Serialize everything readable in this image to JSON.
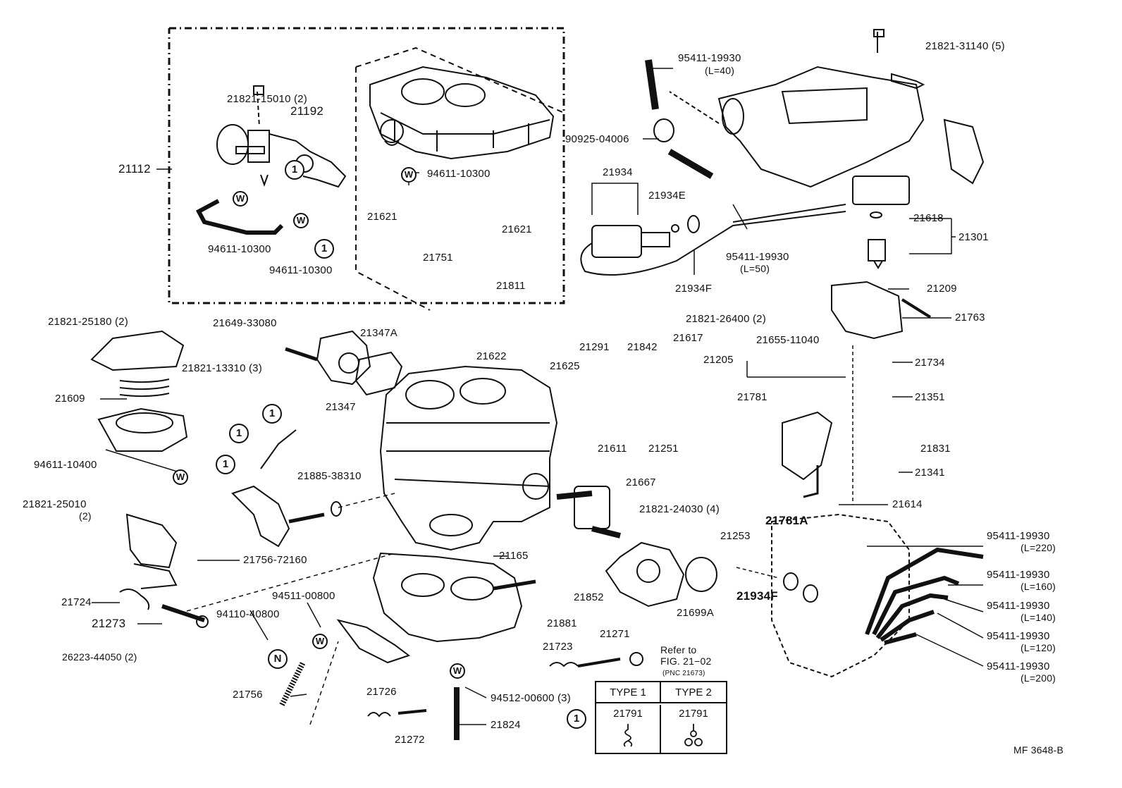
{
  "drawing_code": "MF  3648-B",
  "callout_symbols": {
    "clip": "1",
    "washer": "W",
    "nut": "N"
  },
  "parts": {
    "p21112": "21112",
    "p21821_15010": "21821-15010 (2)",
    "p21192": "21192",
    "p94611_10300_a": "94611-10300",
    "p94611_10300_b": "94611-10300",
    "p94611_10300_c": "94611-10300",
    "p21621_a": "21621",
    "p21621_b": "21621",
    "p21751": "21751",
    "p21811": "21811",
    "p95411_19930_top": "95411-19930",
    "p95411_19930_top_len": "(L=40)",
    "p90925_04006": "90925-04006",
    "p21934": "21934",
    "p21934E": "21934E",
    "p95411_19930_mid": "95411-19930",
    "p95411_19930_mid_len": "(L=50)",
    "p21934F": "21934F",
    "p21821_31140": "21821-31140 (5)",
    "p21618": "21618",
    "p21301": "21301",
    "p21209": "21209",
    "p21763": "21763",
    "p21821_26400": "21821-26400 (2)",
    "p21655_11040": "21655-11040",
    "p21205": "21205",
    "p21734": "21734",
    "p21351": "21351",
    "p21831": "21831",
    "p21341": "21341",
    "p21614": "21614",
    "p21821_25180": "21821-25180 (2)",
    "p21649_33080": "21649-33080",
    "p21347A": "21347A",
    "p21821_13310": "21821-13310 (3)",
    "p21347": "21347",
    "p21622": "21622",
    "p21609": "21609",
    "p94611_10400": "94611-10400",
    "p21821_25010": "21821-25010",
    "p21821_25010_qty": "(2)",
    "p21885_38310": "21885-38310",
    "p21625": "21625",
    "p21291": "21291",
    "p21842": "21842",
    "p21617": "21617",
    "p21781": "21781",
    "p21611": "21611",
    "p21251": "21251",
    "p21667": "21667",
    "p21165": "21165",
    "p21756_72160": "21756-72160",
    "p21724": "21724",
    "p21273": "21273",
    "p26223_44050": "26223-44050 (2)",
    "p94511_00800": "94511-00800",
    "p94110_40800": "94110-40800",
    "p21756": "21756",
    "p21726": "21726",
    "p21272": "21272",
    "p94512_00600": "94512-00600 (3)",
    "p21824": "21824",
    "p21881": "21881",
    "p21852": "21852",
    "p21723": "21723",
    "p21271": "21271",
    "p21821_24030": "21821-24030 (4)",
    "p21253": "21253",
    "p21781A": "21781A",
    "p21934F_b": "21934F",
    "p21699A": "21699A",
    "hose_a": "95411-19930",
    "hose_a_len": "(L=220)",
    "hose_b": "95411-19930",
    "hose_b_len": "(L=160)",
    "hose_c": "95411-19930",
    "hose_c_len": "(L=140)",
    "hose_d": "95411-19930",
    "hose_d_len": "(L=120)",
    "hose_e": "95411-19930",
    "hose_e_len": "(L=200)"
  },
  "refer_note": {
    "line1": "Refer to",
    "line2": "FIG. 21−02",
    "line3": "(PNC 21673)"
  },
  "type_table": {
    "col1_header": "TYPE 1",
    "col2_header": "TYPE 2",
    "col1_part": "21791",
    "col2_part": "21791"
  }
}
